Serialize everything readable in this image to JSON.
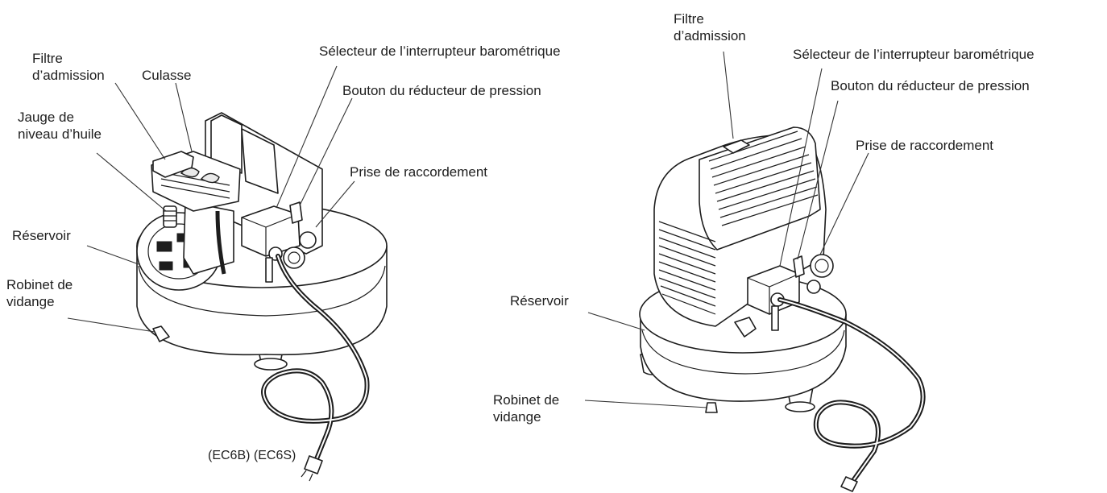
{
  "left_figure": {
    "labels": {
      "intake_filter": "Filtre\nd’admission",
      "cylinder_head": "Culasse",
      "oil_gauge": "Jauge de\nniveau d’huile",
      "pressure_switch": "Sélecteur de l’interrupteur barométrique",
      "reducer_knob": "Bouton du réducteur de pression",
      "coupler": "Prise de raccordement",
      "tank": "Réservoir",
      "drain_valve": "Robinet de\nvidange"
    },
    "caption": "(EC6B) (EC6S)"
  },
  "right_figure": {
    "labels": {
      "intake_filter": "Filtre\nd’admission",
      "pressure_switch": "Sélecteur de l’interrupteur barométrique",
      "reducer_knob": "Bouton du réducteur de pression",
      "coupler": "Prise de raccordement",
      "tank": "Réservoir",
      "drain_valve": "Robinet de\nvidange"
    }
  }
}
